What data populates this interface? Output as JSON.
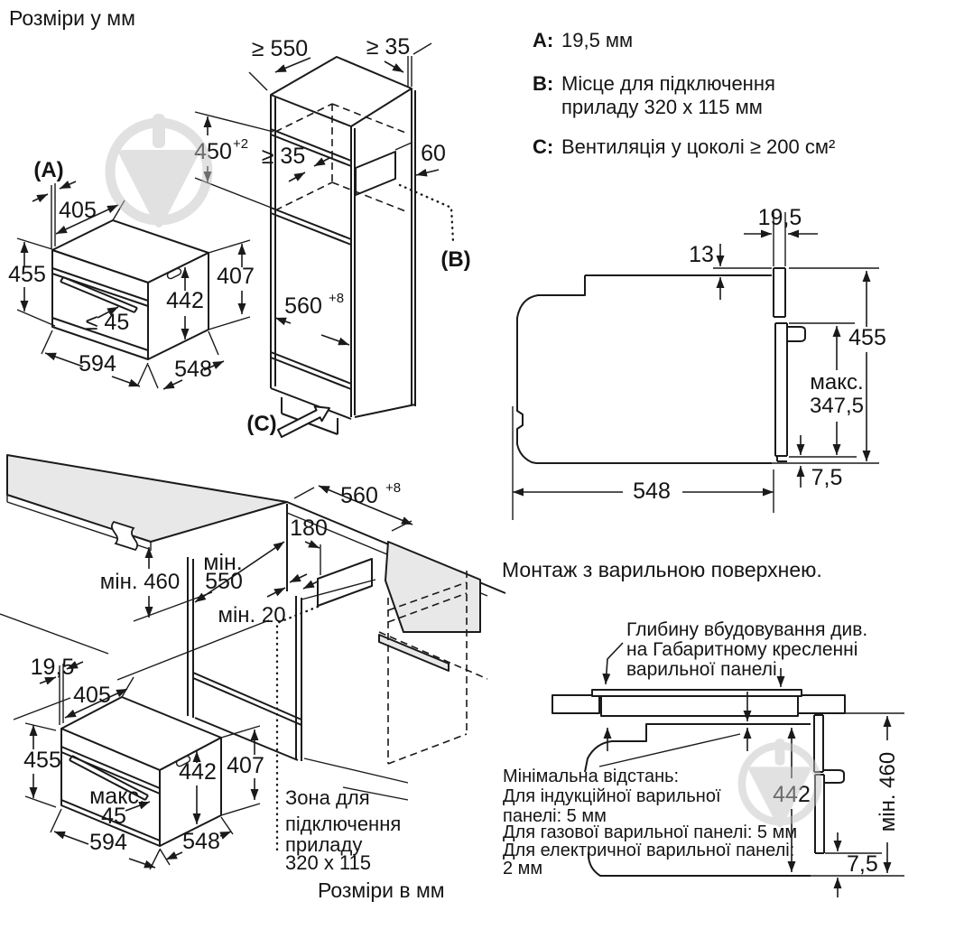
{
  "page": {
    "title": "Розміри у мм",
    "units_note": "Розміри в мм"
  },
  "legend": {
    "a_key": "A:",
    "a_text": "19,5 мм",
    "b_key": "B:",
    "b_line1": "Місце для підключення",
    "b_line2": "приладу 320 x 115 мм",
    "c_key": "C:",
    "c_text": "Вентиляція у цоколі ≥ 200 см²"
  },
  "oven_iso": {
    "marker_a": "(A)",
    "dim_top_depth": "405",
    "dim_height": "455",
    "dim_handle": "≤ 45",
    "dim_inner_height": "442",
    "dim_back_height": "407",
    "dim_width": "594",
    "dim_depth": "548"
  },
  "tall_cabinet": {
    "dim_depth": "≥ 550",
    "dim_side_gap": "≥ 35",
    "dim_niche_height": "450",
    "dim_niche_height_sup": "+2",
    "dim_shelf_gap": "≥ 35",
    "dim_vent_offset": "60",
    "marker_b": "(B)",
    "dim_niche_width": "560",
    "dim_niche_width_sup": "+8",
    "marker_c": "(C)"
  },
  "side_view": {
    "dim_front": "19,5",
    "dim_top_gap": "13",
    "dim_height": "455",
    "dim_max_label": "макс.",
    "dim_max_value": "347,5",
    "dim_bottom": "7,5",
    "dim_depth": "548"
  },
  "under_counter": {
    "dim_niche_width": "560",
    "dim_niche_width_sup": "+8",
    "dim_conn_width": "180",
    "dim_min_depth_label": "мін.",
    "dim_min_depth_value": "550",
    "dim_min_height": "мін. 460",
    "dim_min_gap": "мін. 20",
    "oven": {
      "dim_front": "19,5",
      "dim_top_depth": "405",
      "dim_height": "455",
      "dim_inner_height": "442",
      "dim_back_height": "407",
      "dim_handle_label": "макс.",
      "dim_handle_value": "45",
      "dim_width": "594",
      "dim_depth": "548"
    },
    "zone_line1": "Зона для",
    "zone_line2": "підключення",
    "zone_line3": "приладу",
    "zone_line4": "320 x 115"
  },
  "hob": {
    "heading": "Монтаж з варильною поверхнею.",
    "note_line1": "Глибину вбудовування див.",
    "note_line2": "на Габаритному кресленні",
    "note_line3": "варильної панелі",
    "min_line1": "Мінімальна відстань:",
    "min_line2": "Для індукційної варильної",
    "min_line3": "панелі: 5 мм",
    "min_line4": "Для газової варильної панелі: 5 мм",
    "min_line5": "Для електричної варильної панелі:",
    "min_line6": "2 мм",
    "dim_height": "442",
    "dim_min_height": "мін. 460",
    "dim_bottom": "7,5"
  }
}
